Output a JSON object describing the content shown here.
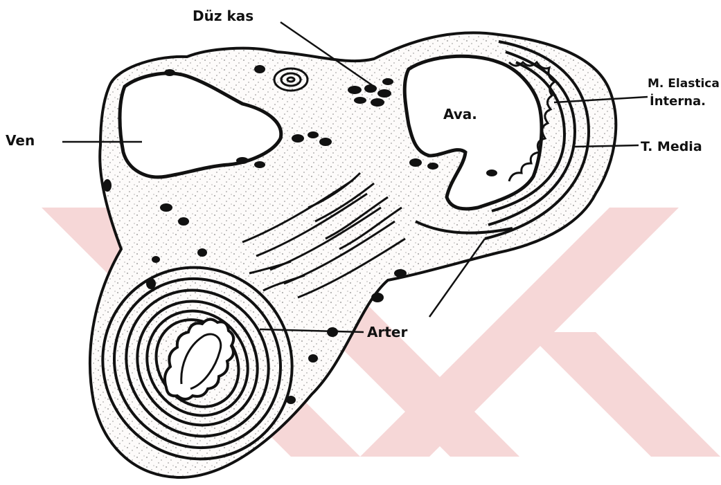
{
  "diagram": {
    "labels": {
      "duz_kas": "Düz kas",
      "ven": "Ven",
      "ava": "Ava.",
      "m_elastica": "M. Elastica",
      "interna": "İnterna.",
      "t_media": "T. Media",
      "arter": "Arter"
    }
  },
  "colors": {
    "ink": "#111111",
    "tissue_fill": "#fbf7f4",
    "watermark": "#f6d7d7"
  }
}
